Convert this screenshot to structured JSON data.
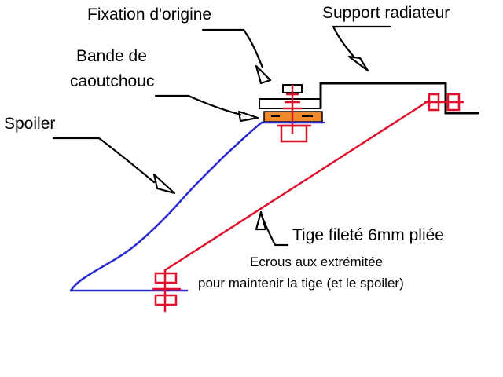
{
  "labels": {
    "fixation": "Fixation d'origine",
    "support": "Support radiateur",
    "bande_line1": "Bande de",
    "bande_line2": "caoutchouc",
    "spoiler": "Spoiler",
    "tige": "Tige fileté 6mm pliée",
    "ecrous_line1": "Ecrous aux extrémitée",
    "ecrous_line2": "pour maintenir la tige (et le spoiler)"
  },
  "colors": {
    "background": "#ffffff",
    "outline": "#000000",
    "spoiler": "#2a2ad0",
    "rod": "#e0102a",
    "rubber": "#f08a2a"
  }
}
